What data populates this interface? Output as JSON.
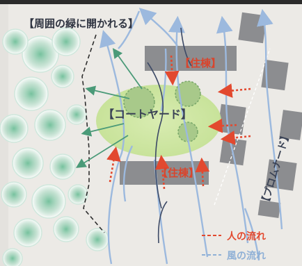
{
  "labels": {
    "surrounding_green": "【周囲の緑に開かれる】",
    "residential_top": "【住棟】",
    "courtyard": "【コートヤード】",
    "residential_bottom": "【住棟】",
    "promenade": "【プロムナード】"
  },
  "legend": {
    "people_flow": "人の流れ",
    "wind_flow": "風の流れ"
  },
  "colors": {
    "background": "#eceae6",
    "people_flow": "#e2492f",
    "wind_flow": "#8fb0d6",
    "green_arrow": "#4a9a78",
    "building": "#8c8d90",
    "courtyard": "#cfe6a6",
    "tree_circle": "#7fc2a3",
    "label_red": "#d9452d"
  }
}
